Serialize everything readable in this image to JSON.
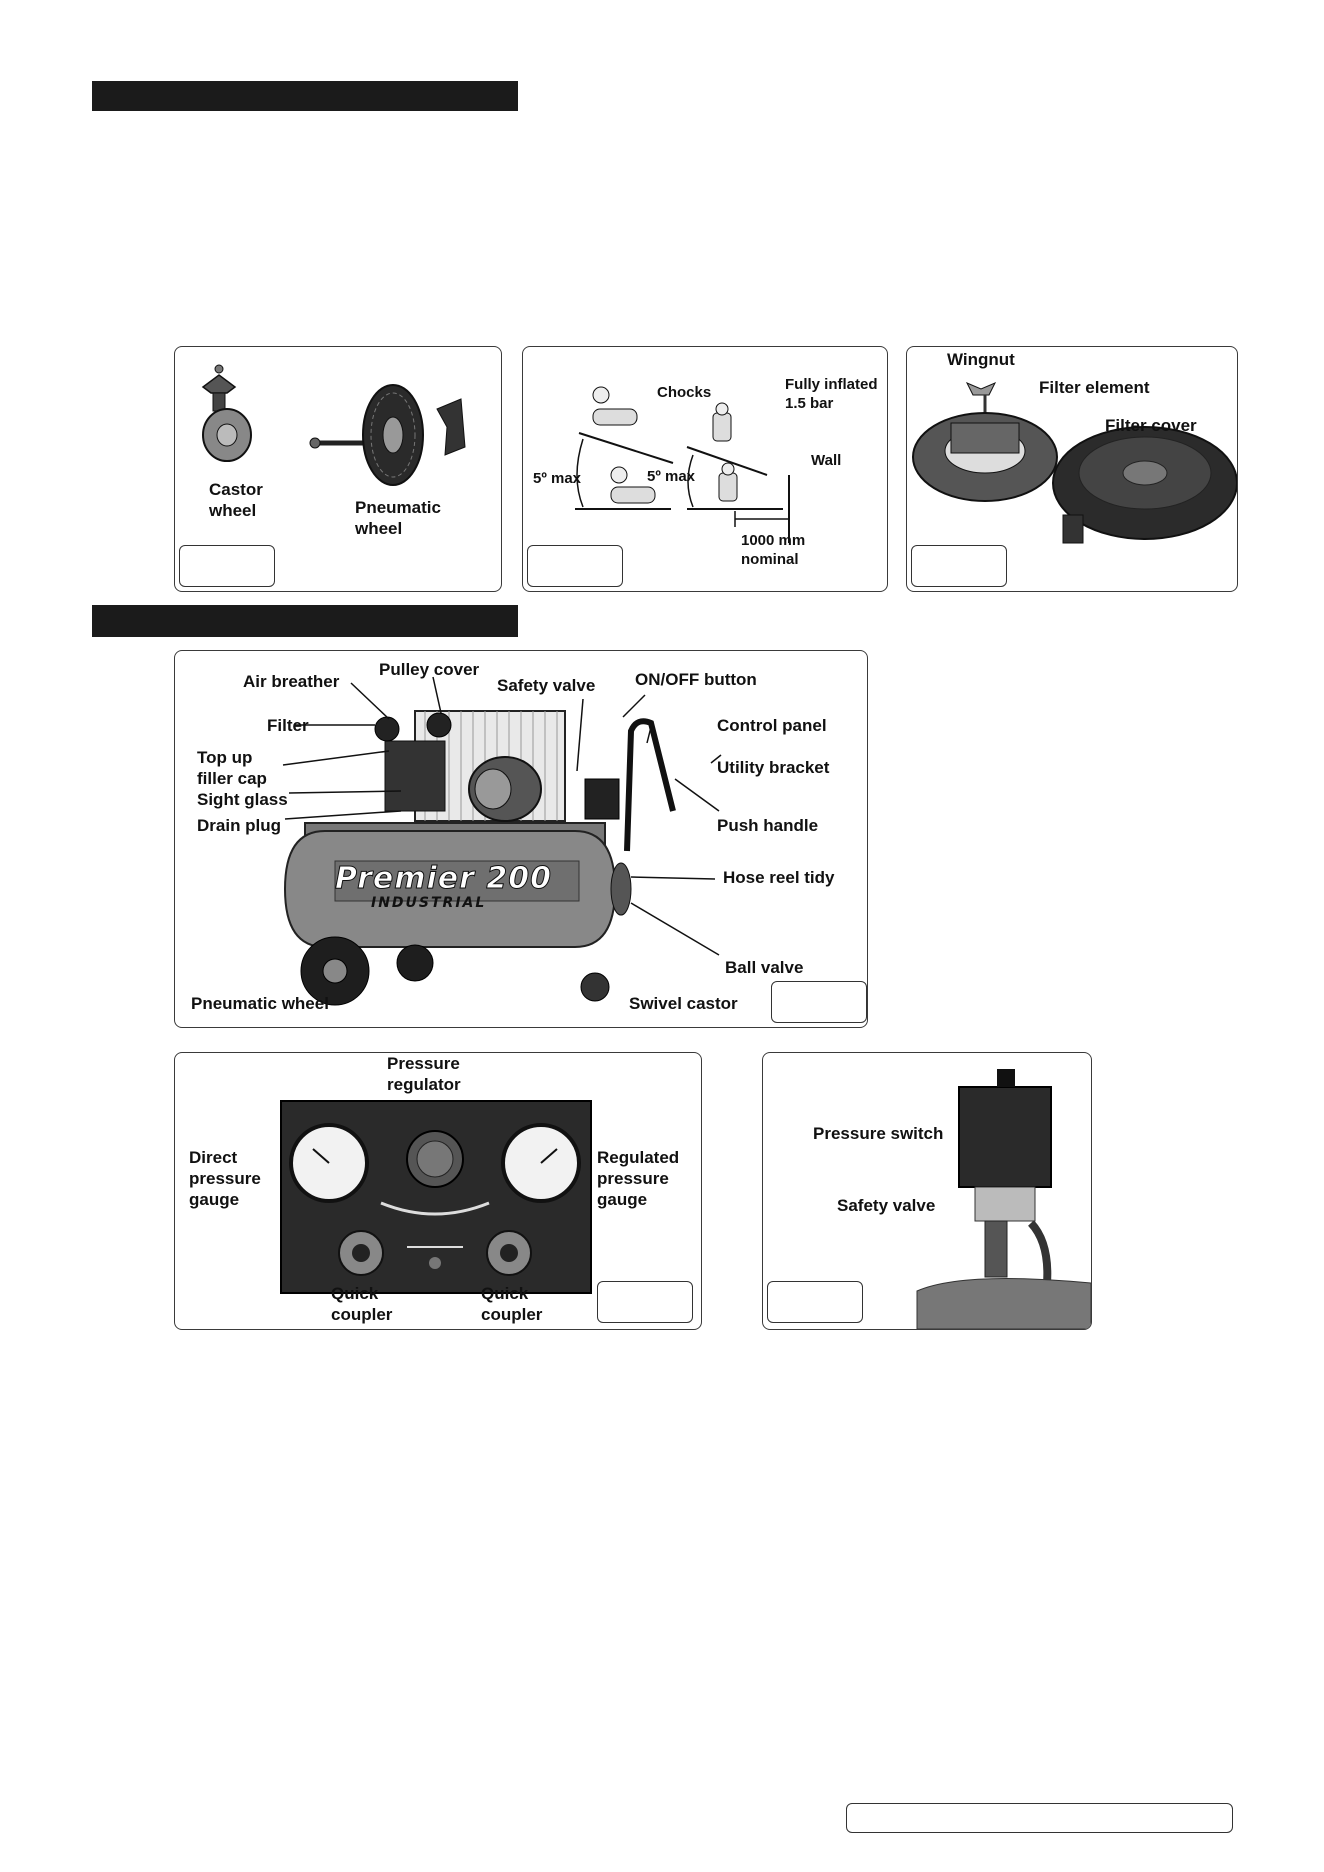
{
  "panel_castor": {
    "castor_wheel": "Castor\nwheel",
    "pneumatic_wheel": "Pneumatic\nwheel"
  },
  "panel_siting": {
    "chocks": "Chocks",
    "fully_inflated": "Fully inflated\n1.5 bar",
    "wall": "Wall",
    "max_left": "5º max",
    "max_right": "5º max",
    "distance": "1000 mm\nnominal"
  },
  "panel_filter": {
    "wingnut": "Wingnut",
    "filter_element": "Filter element",
    "filter_cover": "Filter cover"
  },
  "panel_compressor": {
    "pulley_cover": "Pulley cover",
    "air_breather": "Air breather",
    "safety_valve": "Safety valve",
    "on_off_button": "ON/OFF button",
    "filter": "Filter",
    "control_panel": "Control panel",
    "top_up_filler_cap": "Top up\nfiller cap",
    "utility_bracket": "Utility bracket",
    "sight_glass": "Sight glass",
    "drain_plug": "Drain plug",
    "push_handle": "Push handle",
    "hose_reel_tidy": "Hose reel tidy",
    "ball_valve": "Ball valve",
    "pneumatic_wheel": "Pneumatic wheel",
    "swivel_castor": "Swivel castor",
    "brand_text": "Premier 200",
    "brand_sub": "INDUSTRIAL"
  },
  "panel_controls": {
    "pressure_regulator": "Pressure\nregulator",
    "direct_pressure_gauge": "Direct\npressure\ngauge",
    "regulated_pressure_gauge": "Regulated\npressure\ngauge",
    "quick_coupler_left": "Quick\ncoupler",
    "quick_coupler_right": "Quick\ncoupler"
  },
  "panel_switch": {
    "pressure_switch": "Pressure switch",
    "safety_valve": "Safety valve"
  }
}
